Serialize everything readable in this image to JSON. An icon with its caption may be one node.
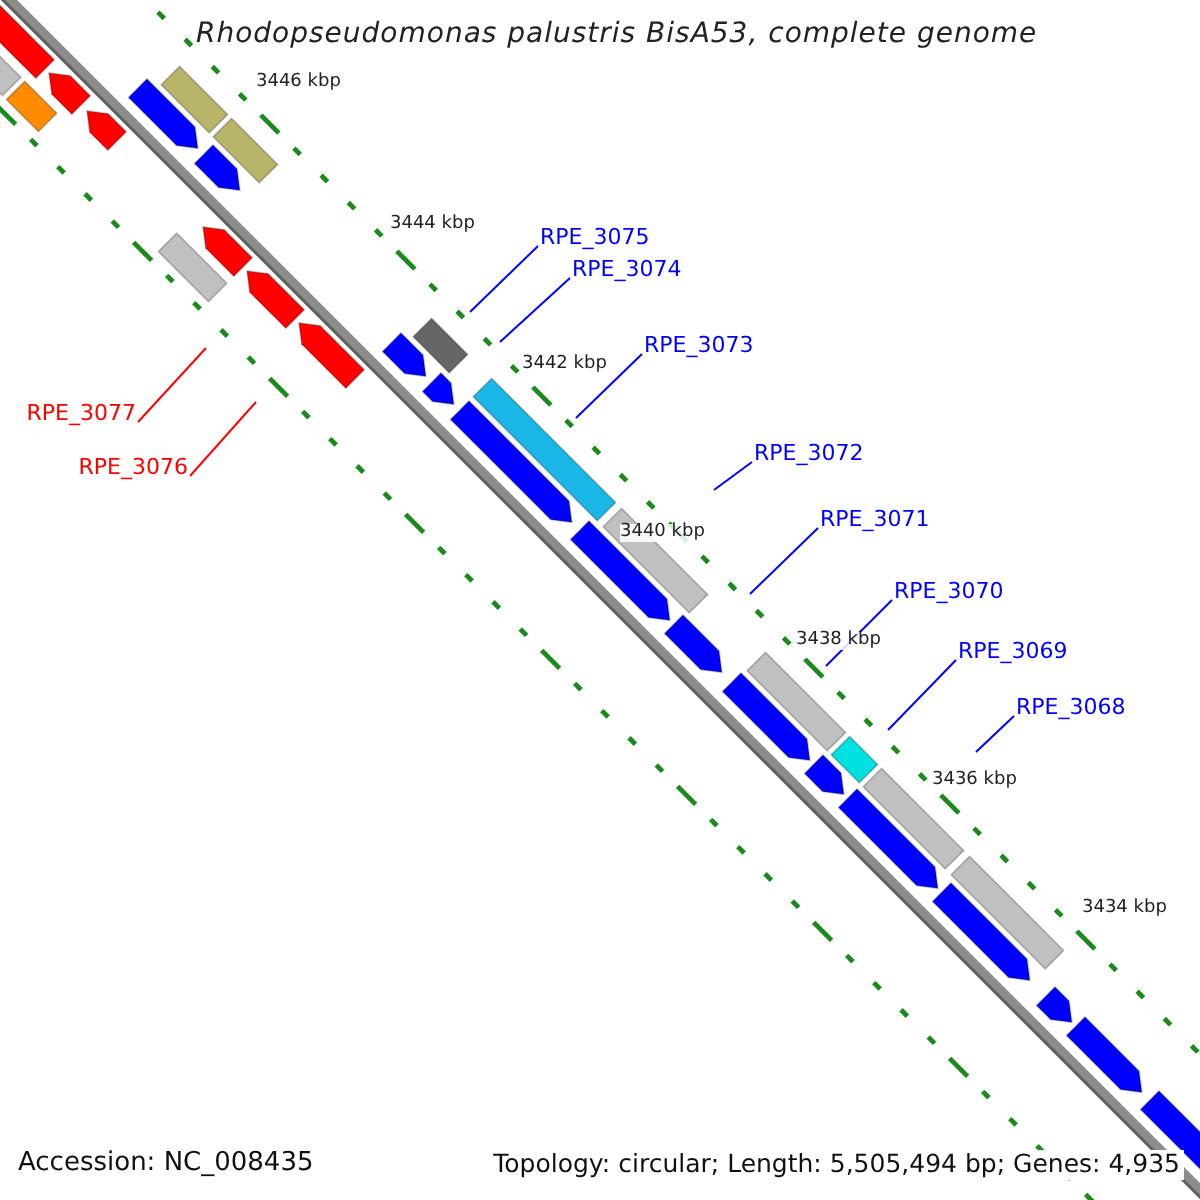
{
  "diagram": {
    "title": "Rhodopseudomonas palustris BisA53, complete genome",
    "nodes": [
      {
        "text": [
          "RPE_3075"
        ]
      },
      {
        "text": [
          "RPE_3074"
        ]
      },
      {
        "text": [
          "RPE_3073"
        ]
      },
      {
        "text": [
          "RPE_3077"
        ]
      },
      {
        "text": [
          "RPE_3072"
        ]
      },
      {
        "text": [
          "RPE_3076"
        ]
      },
      {
        "text": [
          "RPE_3071"
        ]
      },
      {
        "text": [
          "RPE_3070"
        ]
      },
      {
        "text": [
          "RPE_3069"
        ]
      },
      {
        "text": [
          "RPE_3068"
        ]
      }
    ],
    "edges": [
      {
        "from": 0,
        "to": null,
        "arrow": "none"
      },
      {
        "from": 1,
        "to": null,
        "arrow": "none"
      },
      {
        "from": 2,
        "to": null,
        "arrow": "none"
      },
      {
        "from": 3,
        "to": null,
        "arrow": "none",
        "color": "#ff0000"
      },
      {
        "from": 4,
        "to": null,
        "arrow": "none"
      },
      {
        "from": 5,
        "to": null,
        "arrow": "none",
        "color": "#ff0000"
      },
      {
        "from": 6,
        "to": null,
        "arrow": "none"
      },
      {
        "from": 7,
        "to": null,
        "arrow": "none"
      },
      {
        "from": 8,
        "to": null,
        "arrow": "none"
      },
      {
        "from": 9,
        "to": null,
        "arrow": "none"
      }
    ],
    "labels": [
      "3446 kbp",
      "3444 kbp",
      "3442 kbp",
      "3440 kbp",
      "3438 kbp",
      "3436 kbp",
      "3434 kbp",
      "Accession: NC_008435",
      "Topology: circular; Length: 5,505,494 bp; Genes: 4,935"
    ]
  }
}
